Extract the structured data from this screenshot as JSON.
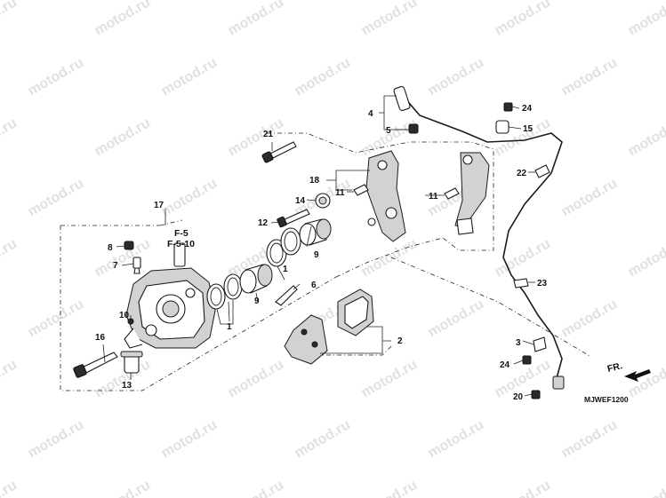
{
  "watermark": {
    "text": "motod.ru"
  },
  "diagram": {
    "code": "MJWEF1200",
    "fr_label": "FR.",
    "refs": [
      "F-5",
      "F-5-10"
    ]
  },
  "parts": {
    "p1a": "1",
    "p1b": "1",
    "p2": "2",
    "p3": "3",
    "p4": "4",
    "p5": "5",
    "p6": "6",
    "p7": "7",
    "p8": "8",
    "p9a": "9",
    "p9b": "9",
    "p10": "10",
    "p11a": "11",
    "p11b": "11",
    "p12": "12",
    "p13": "13",
    "p14": "14",
    "p15": "15",
    "p16": "16",
    "p17": "17",
    "p18": "18",
    "p20": "20",
    "p21": "21",
    "p22": "22",
    "p23": "23",
    "p24a": "24",
    "p24b": "24"
  }
}
